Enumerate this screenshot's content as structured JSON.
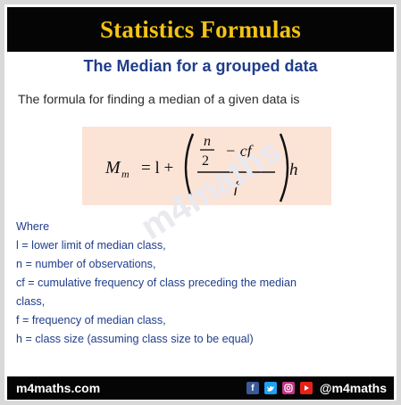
{
  "header": {
    "title": "Statistics Formulas"
  },
  "subtitle": "The Median for a grouped data",
  "intro": "The formula for finding a median of a given data is",
  "formula": {
    "lhs": "M",
    "lhs_sub": "m",
    "equals_l_plus": "= l +",
    "n": "n",
    "two": "2",
    "minus_cf": "− cf",
    "f": "f",
    "h": "h"
  },
  "watermark": "m4maths",
  "definitions": {
    "where": "Where",
    "lines": [
      "l = lower limit of median class,",
      "n = number of observations,",
      "cf = cumulative frequency of class preceding the median",
      "class,",
      "f = frequency of median class,",
      "h = class size (assuming class size to be equal)"
    ]
  },
  "footer": {
    "site": "m4maths.com",
    "handle": "@m4maths",
    "icons": [
      "facebook-icon",
      "twitter-icon",
      "instagram-icon",
      "youtube-icon"
    ]
  },
  "colors": {
    "header_bg": "#050505",
    "title_gold": "#f3c316",
    "blue": "#1f3d8a",
    "formula_bg": "#fbe3d6"
  }
}
